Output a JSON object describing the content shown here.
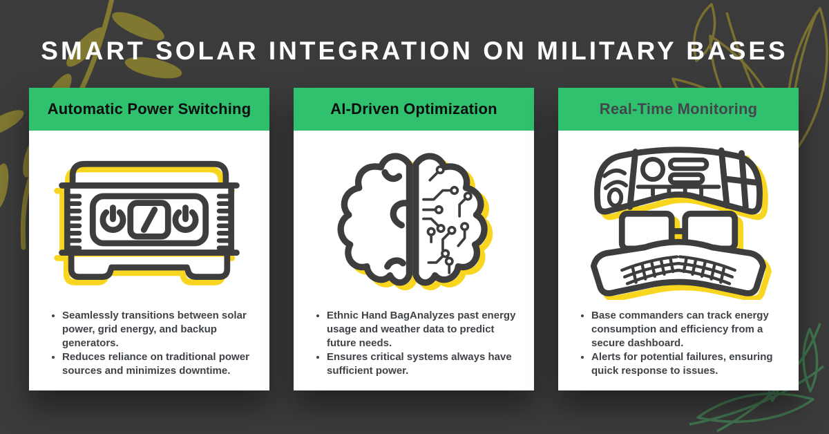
{
  "header": {
    "title": "SMART SOLAR INTEGRATION ON MILITARY BASES"
  },
  "palette": {
    "background": "#3b3b3b",
    "card_header_green": "#2fc16e",
    "card_background": "#ffffff",
    "icon_yellow": "#f8d51f",
    "icon_stroke": "#3d3d3d",
    "title_white": "#fdfdfd",
    "bullet_text": "#3f4347",
    "card3_title_gray": "#43474b",
    "leaf_olive": "#837931",
    "leaf_olive_outline": "#7a7030",
    "leaf_green_outline": "#41754f"
  },
  "cards": [
    {
      "title": "Automatic Power Switching",
      "icon": "generator-power-switch-icon",
      "bullets": [
        "Seamlessly transitions between solar power, grid energy, and backup generators.",
        "Reduces reliance on traditional power sources and minimizes downtime."
      ]
    },
    {
      "title": "AI-Driven Optimization",
      "icon": "ai-brain-circuit-icon",
      "bullets": [
        "Ethnic Hand BagAnalyzes past energy usage and weather data to predict future needs.",
        "Ensures critical systems always have sufficient power."
      ]
    },
    {
      "title": "Real-Time Monitoring",
      "icon": "monitoring-dashboard-icon",
      "bullets": [
        "Base commanders can track energy consumption and efficiency from a secure dashboard.",
        "Alerts for potential failures, ensuring quick response to issues."
      ]
    }
  ]
}
